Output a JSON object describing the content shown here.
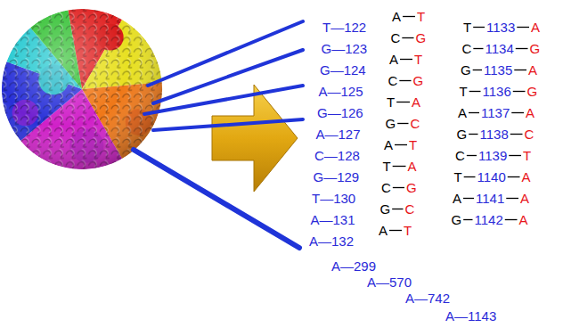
{
  "diagram": {
    "labels": [
      "T—122",
      "G—123",
      "G—124",
      "A—125",
      "G—126",
      "A—127",
      "C—128",
      "G—129",
      "T—130",
      "A—131",
      "A—132",
      "A—299",
      "A—570",
      "A—742",
      "A—1143",
      "A",
      "T",
      "C",
      "G",
      "A",
      "T",
      "C",
      "G",
      "T",
      "A",
      "G",
      "C",
      "A",
      "T",
      "T",
      "A",
      "C",
      "G",
      "G",
      "C",
      "A",
      "T",
      "T",
      "1133",
      "A",
      "C",
      "1134",
      "G",
      "G",
      "1135",
      "A",
      "T",
      "1136",
      "G",
      "A",
      "1137",
      "A",
      "G",
      "1138",
      "C",
      "C",
      "1139",
      "T",
      "T",
      "1140",
      "A",
      "A",
      "1141",
      "A",
      "G",
      "1142",
      "A"
    ]
  }
}
